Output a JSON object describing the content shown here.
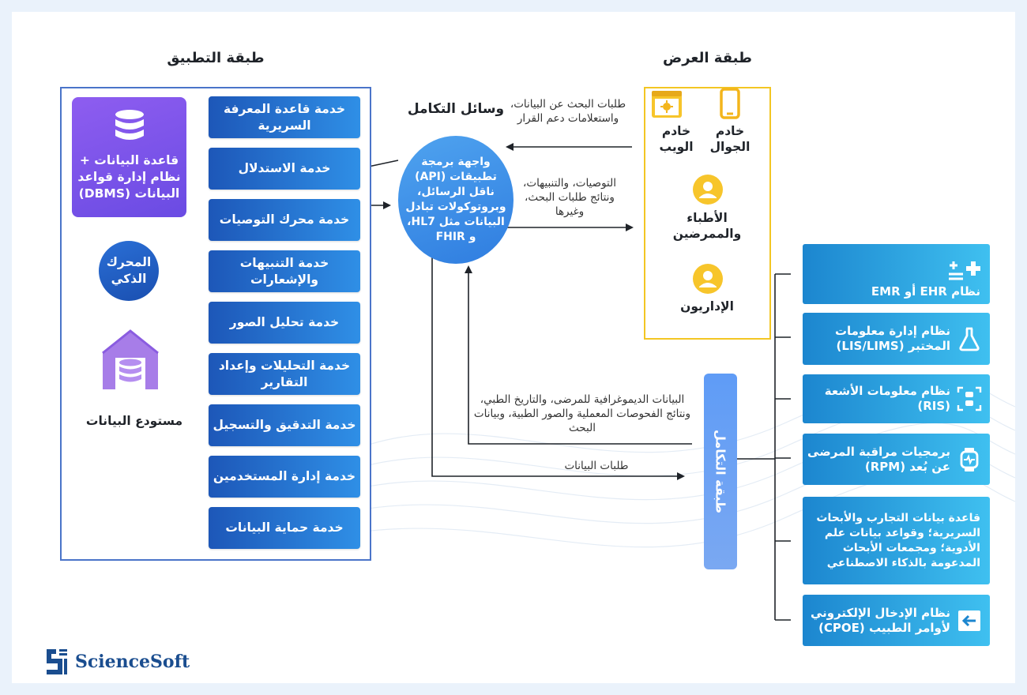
{
  "titles": {
    "app_layer": "طبقة التطبيق",
    "presentation_layer": "طبقة العرض",
    "integration_means": "وسائل التكامل"
  },
  "app_services": [
    "خدمة قاعدة المعرفة السريرية",
    "خدمة الاستدلال",
    "خدمة محرك التوصيات",
    "خدمة التنبيهات والإشعارات",
    "خدمة تحليل الصور",
    "خدمة التحليلات وإعداد التقارير",
    "خدمة التدقيق والتسجيل",
    "خدمة إدارة المستخدمين",
    "خدمة حماية البيانات"
  ],
  "database_card": "قاعدة البيانات + نظام إدارة قواعد البيانات (DBMS)",
  "smart_engine": "المحرك الذكي",
  "data_warehouse": "مستودع البيانات",
  "integration_circle": "واجهة برمجة تطبيقات (API) ناقل الرسائل، وبروتوكولات تبادل البيانات مثل HL7، و FHIR",
  "presentation": {
    "mobile_server": "خادم الجوال",
    "web_server": "خادم الويب",
    "doctors_nurses": "الأطباء والممرضين",
    "admins": "الإداريون"
  },
  "flow_labels": {
    "requests_to_api": "طلبات البحث عن البيانات، واستعلامات دعم القرار",
    "results_to_presentation": "التوصيات، والتنبيهات، ونتائج طلبات البحث، وغيرها",
    "patient_data": "البيانات الديموغرافية للمرضى، والتاريخ الطبي، ونتائج الفحوصات المعملية والصور الطبية، وبيانات البحث",
    "data_requests": "طلبات البيانات"
  },
  "integration_layer": "طبقة التكامل",
  "systems": [
    {
      "label": "نظام EHR أو EMR",
      "icon": "medical-plus-icon"
    },
    {
      "label": "نظام إدارة معلومات المختبر (LIS/LIMS)",
      "icon": "flask-icon"
    },
    {
      "label": "نظام معلومات الأشعة (RIS)",
      "icon": "xray-icon"
    },
    {
      "label": "برمجيات مراقبة المرضى عن بُعد (RPM)",
      "icon": "smartwatch-icon"
    },
    {
      "label": "قاعدة بيانات التجارب والأبحاث السريرية؛ وقواعد بيانات علم الأدوية؛ ومجمعات الأبحاث المدعومة بالذكاء الاصطناعي",
      "icon": ""
    },
    {
      "label": "نظام الإدخال الإلكتروني لأوامر الطبيب (CPOE)",
      "icon": "entry-arrow-icon"
    }
  ],
  "logo": "ScienceSoft",
  "colors": {
    "service_blue": "#1d57b8",
    "db_purple": "#7b52ea",
    "presentation_yellow": "#f3c623",
    "system_cyan": "#2aa6e0"
  }
}
